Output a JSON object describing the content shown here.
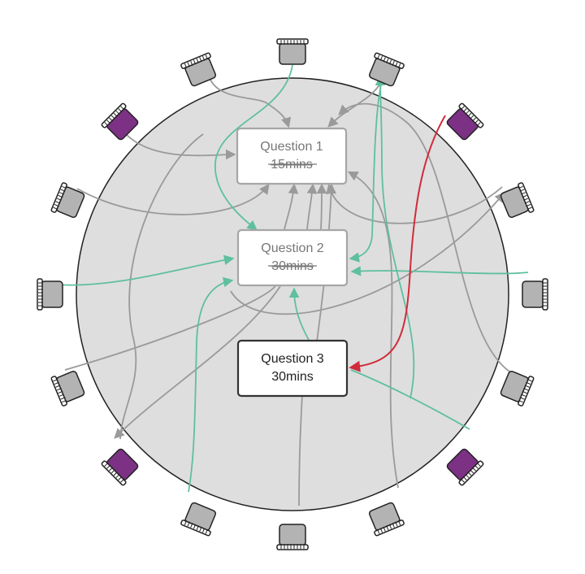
{
  "diagram": {
    "colors": {
      "background": "#ffffff",
      "circle_fill": "#dedede",
      "circle_stroke": "#222222",
      "chair_grey": "#b3b3b3",
      "chair_purple": "#7c3185",
      "grey_arrow": "#9a9a9a",
      "green_arrow": "#5fbfa0",
      "red_arrow": "#d12b3a",
      "box_fill": "#ffffff",
      "box_stroke_faded": "#a6a6a6",
      "box_stroke_active": "#333333",
      "text_faded": "#777777",
      "text_active": "#222222"
    },
    "questions": [
      {
        "id": "q1",
        "title": "Question 1",
        "duration": "15mins",
        "struck": true
      },
      {
        "id": "q2",
        "title": "Question 2",
        "duration": "30mins",
        "struck": true
      },
      {
        "id": "q3",
        "title": "Question 3",
        "duration": "30mins",
        "struck": false
      }
    ],
    "chairs": [
      {
        "id": "c1",
        "color": "grey"
      },
      {
        "id": "c2",
        "color": "grey"
      },
      {
        "id": "c3",
        "color": "grey"
      },
      {
        "id": "c4",
        "color": "purple"
      },
      {
        "id": "c5",
        "color": "grey"
      },
      {
        "id": "c6",
        "color": "grey"
      },
      {
        "id": "c7",
        "color": "grey"
      },
      {
        "id": "c8",
        "color": "purple"
      },
      {
        "id": "c9",
        "color": "grey"
      },
      {
        "id": "c10",
        "color": "grey"
      },
      {
        "id": "c11",
        "color": "grey"
      },
      {
        "id": "c12",
        "color": "purple"
      },
      {
        "id": "c13",
        "color": "grey"
      },
      {
        "id": "c14",
        "color": "grey"
      },
      {
        "id": "c15",
        "color": "grey"
      },
      {
        "id": "c16",
        "color": "purple"
      }
    ],
    "arrow_colors": [
      "grey",
      "green",
      "red"
    ]
  }
}
